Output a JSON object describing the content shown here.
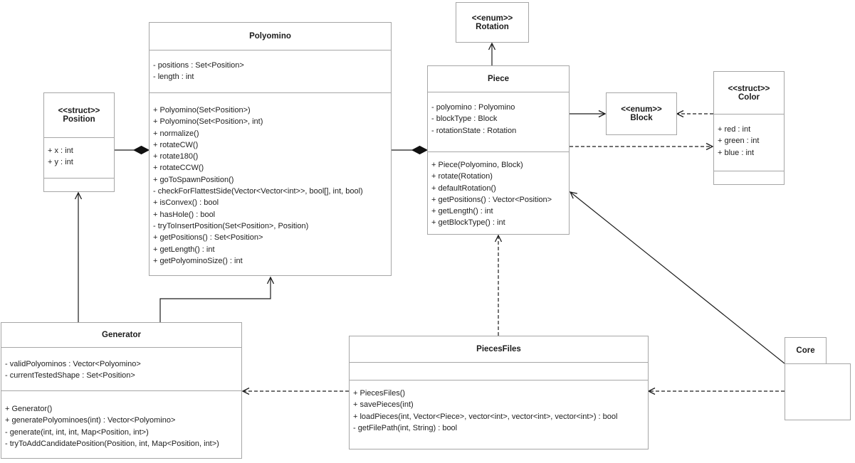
{
  "colors": {
    "background": "#ffffff",
    "box_border": "#a6a6a6",
    "line": "#1c1c1c",
    "text": "#1d1d1d"
  },
  "classes": {
    "position": {
      "stereotype": "<<struct>>",
      "name": "Position",
      "attributes": [
        "+ x : int",
        "+ y : int"
      ],
      "methods": []
    },
    "polyomino": {
      "name": "Polyomino",
      "attributes": [
        "- positions : Set<Position>",
        "- length : int"
      ],
      "methods": [
        "+ Polyomino(Set<Position>)",
        "+ Polyomino(Set<Position>, int)",
        "+ normalize()",
        "+ rotateCW()",
        "+ rotate180()",
        "+ rotateCCW()",
        "+ goToSpawnPosition()",
        "- checkForFlattestSide(Vector<Vector<int>>, bool[], int, bool)",
        "+ isConvex() : bool",
        "+ hasHole() : bool",
        "- tryToInsertPosition(Set<Position>, Position)",
        "+ getPositions() : Set<Position>",
        "+ getLength() : int",
        "+ getPolyominoSize() : int"
      ]
    },
    "rotation": {
      "stereotype": "<<enum>>",
      "name": "Rotation"
    },
    "piece": {
      "name": "Piece",
      "attributes": [
        "- polyomino : Polyomino",
        "- blockType : Block",
        "- rotationState : Rotation"
      ],
      "methods": [
        "+ Piece(Polyomino, Block)",
        "+ rotate(Rotation)",
        "+ defaultRotation()",
        "+ getPositions() : Vector<Position>",
        "+ getLength() : int",
        "+ getBlockType() : int"
      ]
    },
    "block": {
      "stereotype": "<<enum>>",
      "name": "Block"
    },
    "color": {
      "stereotype": "<<struct>>",
      "name": "Color",
      "attributes": [
        "+ red : int",
        "+ green : int",
        "+ blue : int"
      ],
      "methods": []
    },
    "generator": {
      "name": "Generator",
      "attributes": [
        "- validPolyominos : Vector<Polyomino>",
        "- currentTestedShape : Set<Position>"
      ],
      "methods": [
        "+ Generator()",
        "+ generatePolyominoes(int) : Vector<Polyomino>",
        "- generate(int, int, int, Map<Position, int>)",
        "- tryToAddCandidatePosition(Position, int, Map<Position, int>)"
      ]
    },
    "pieces_files": {
      "name": "PiecesFiles",
      "attributes": [],
      "methods": [
        "+ PiecesFiles()",
        "+ savePieces(int)",
        "+ loadPieces(int, Vector<Piece>, vector<int>, vector<int>, vector<int>) : bool",
        "- getFilePath(int, String) : bool"
      ]
    },
    "core": {
      "name": "Core"
    }
  },
  "relationships": [
    {
      "owner": "Polyomino",
      "part": "Position",
      "type": "composition"
    },
    {
      "owner": "Piece",
      "part": "Polyomino",
      "type": "composition"
    },
    {
      "from": "Piece",
      "to": "Rotation",
      "type": "directed-association"
    },
    {
      "from": "Piece",
      "to": "Block",
      "type": "directed-association"
    },
    {
      "from": "Color",
      "to": "Block",
      "type": "dependency"
    },
    {
      "from": "Piece",
      "to": "Color",
      "type": "dependency"
    },
    {
      "from": "Generator",
      "to": "Position",
      "type": "directed-association"
    },
    {
      "from": "Generator",
      "to": "Polyomino",
      "type": "directed-association"
    },
    {
      "from": "PiecesFiles",
      "to": "Piece",
      "type": "dependency"
    },
    {
      "from": "PiecesFiles",
      "to": "Generator",
      "type": "dependency"
    },
    {
      "from": "Core",
      "to": "PiecesFiles",
      "type": "dependency"
    },
    {
      "from": "Core",
      "to": "Piece",
      "type": "directed-association"
    }
  ]
}
